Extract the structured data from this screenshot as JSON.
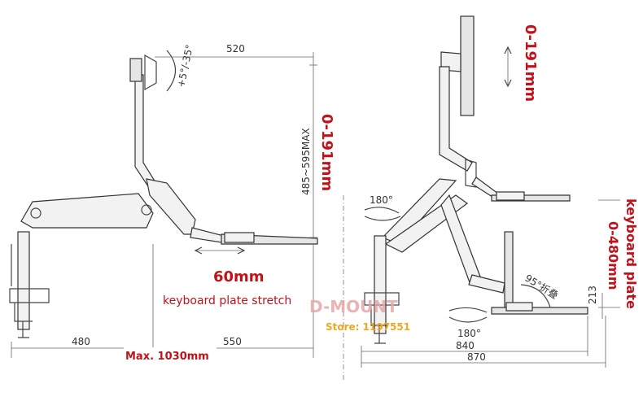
{
  "left_view": {
    "dims": {
      "width_520": "520",
      "height_range": "485~595MAX",
      "base_480": "480",
      "reach_550": "550"
    },
    "tilt_label": "+5°/-35°",
    "height_adjust": "0-191mm",
    "stretch_value": "60mm",
    "stretch_caption": "keyboard plate stretch",
    "max_reach": "Max. 1030mm"
  },
  "right_view": {
    "monitor_adjust": "0-191mm",
    "rotate_top": "180°",
    "rotate_bottom": "180°",
    "fold_label": "95°折叠",
    "small_dim": "213",
    "keyboard_adjust_title": "keyboard plate",
    "keyboard_adjust_range": "0-480mm",
    "dim_840": "840",
    "dim_870": "870"
  },
  "watermark": {
    "brand": "D-MOUNT",
    "store": "Store: 1197551"
  },
  "colors": {
    "accent_red": "#c0121a",
    "line": "#444444"
  }
}
